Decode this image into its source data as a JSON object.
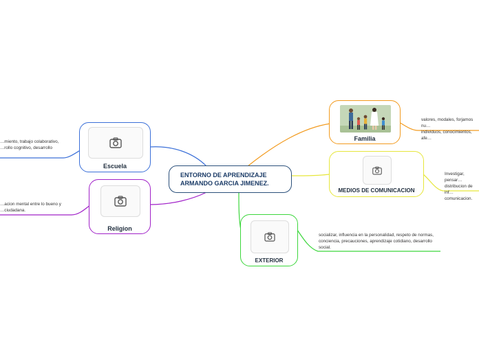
{
  "central": {
    "title": "ENTORNO DE APRENDIZAJE\nARMANDO GARCIA JIMENEZ."
  },
  "branches": {
    "escuela": {
      "label": "Escuela",
      "color": "#3a6fd8",
      "note": "…miento, trabajo colaborativo,\n…rollo cognitivo, desarrollo"
    },
    "religion": {
      "label": "Religion",
      "color": "#a020c8",
      "note": "…acion mental entre lo bueno y\n…ciudadana."
    },
    "familia": {
      "label": "Familia",
      "color": "#f29a1d",
      "note": "valores, modales, forjamos nu…\nindividuos, conocimientos, afe…"
    },
    "medios": {
      "label": "MEDIOS DE COMUNICACION",
      "color": "#e6e63a",
      "note": "Investigar, pensar…\ndistribucion de inf…\ncomunicacion."
    },
    "exterior": {
      "label": "EXTERIOR",
      "color": "#3cd63c",
      "note": "socializar, influencia en la personalidad, respeto de normas,\nconciencia, precauciones, aprendizaje cotidiano, desarrollo\nsocial."
    }
  },
  "icons": {
    "placeholder": "camera-icon"
  }
}
